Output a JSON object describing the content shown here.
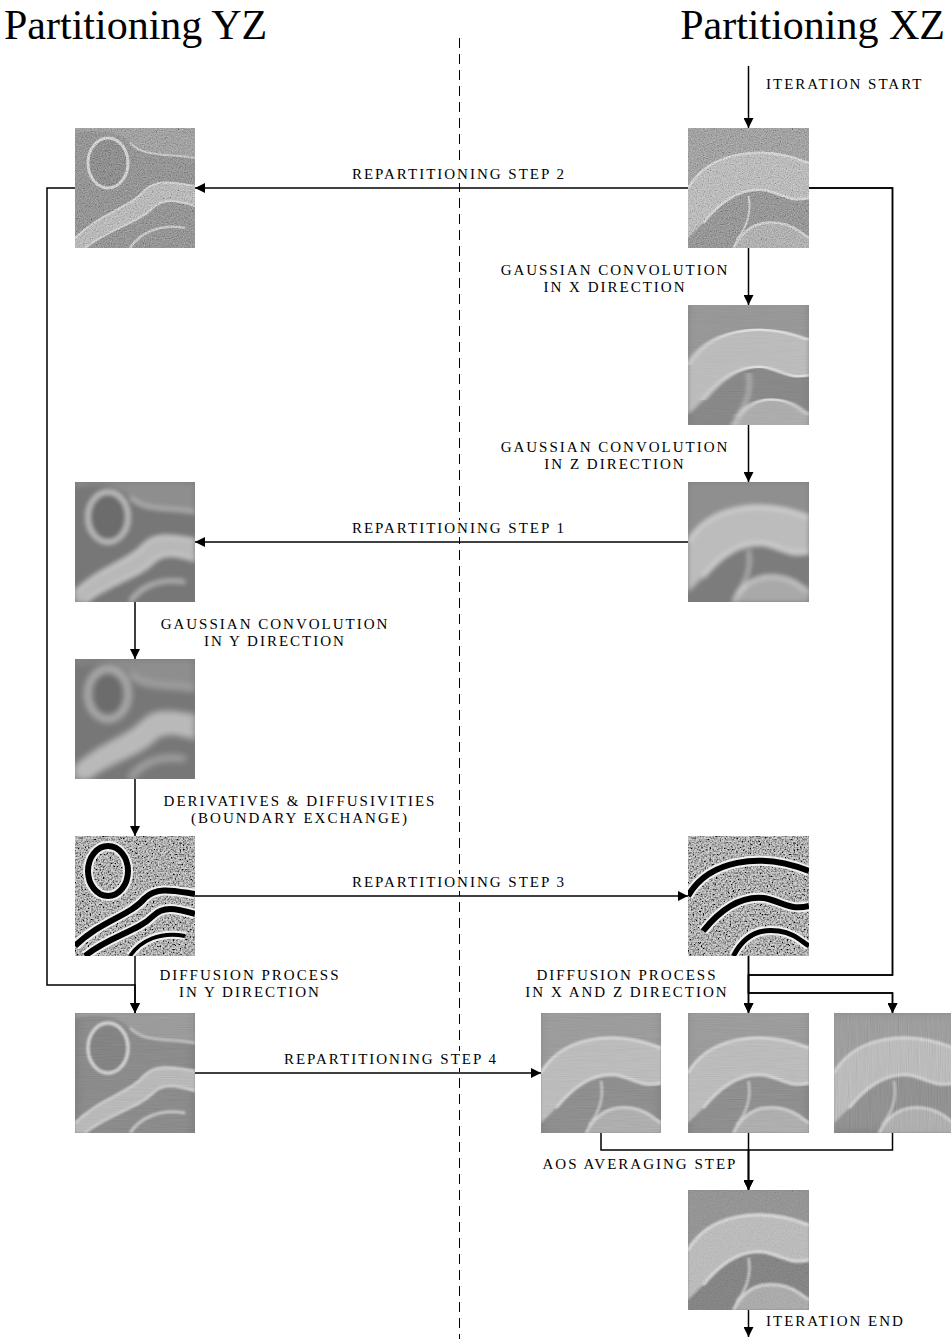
{
  "diagram": {
    "nodes": [
      {
        "text": []
      },
      {
        "text": []
      },
      {
        "text": []
      },
      {
        "text": []
      },
      {
        "text": []
      },
      {
        "text": []
      },
      {
        "text": []
      },
      {
        "text": []
      },
      {
        "text": []
      },
      {
        "text": []
      },
      {
        "text": []
      },
      {
        "text": []
      },
      {
        "text": []
      }
    ],
    "edges": [
      {
        "from": 1,
        "to": 0,
        "arrow": "to",
        "label": "REPARTITIONING STEP 2"
      },
      {
        "from": 1,
        "to": 2,
        "arrow": "to",
        "label": "GAUSSIAN CONVOLUTION IN X DIRECTION"
      },
      {
        "from": 2,
        "to": 4,
        "arrow": "to",
        "label": "GAUSSIAN CONVOLUTION IN Z DIRECTION"
      },
      {
        "from": 4,
        "to": 3,
        "arrow": "to",
        "label": "REPARTITIONING STEP 1"
      },
      {
        "from": 3,
        "to": 5,
        "arrow": "to",
        "label": "GAUSSIAN CONVOLUTION IN Y DIRECTION"
      },
      {
        "from": 5,
        "to": 6,
        "arrow": "to",
        "label": "DERIVATIVES & DIFFUSIVITIES (BOUNDARY EXCHANGE)"
      },
      {
        "from": 6,
        "to": 7,
        "arrow": "to",
        "label": "REPARTITIONING STEP 3"
      },
      {
        "from": 6,
        "to": 8,
        "arrow": "to",
        "label": "DIFFUSION PROCESS IN Y DIRECTION"
      },
      {
        "from": 0,
        "to": 8,
        "arrow": "to"
      },
      {
        "from": 8,
        "to": 9,
        "arrow": "to",
        "label": "REPARTITIONING STEP 4"
      },
      {
        "from": 7,
        "to": 10,
        "arrow": "to",
        "label": "DIFFUSION PROCESS IN X AND Z DIRECTION"
      },
      {
        "from": 7,
        "to": 11,
        "arrow": "to"
      },
      {
        "from": 1,
        "to": 10,
        "arrow": "to"
      },
      {
        "from": 1,
        "to": 11,
        "arrow": "to"
      },
      {
        "from": 9,
        "to": 12,
        "arrow": "to"
      },
      {
        "from": 10,
        "to": 12,
        "arrow": "to",
        "label": "AOS AVERAGING STEP"
      },
      {
        "from": 11,
        "to": 12,
        "arrow": "to"
      }
    ],
    "labels": [
      "Partitioning YZ",
      "Partitioning XZ",
      "ITERATION START",
      "ITERATION END"
    ]
  }
}
